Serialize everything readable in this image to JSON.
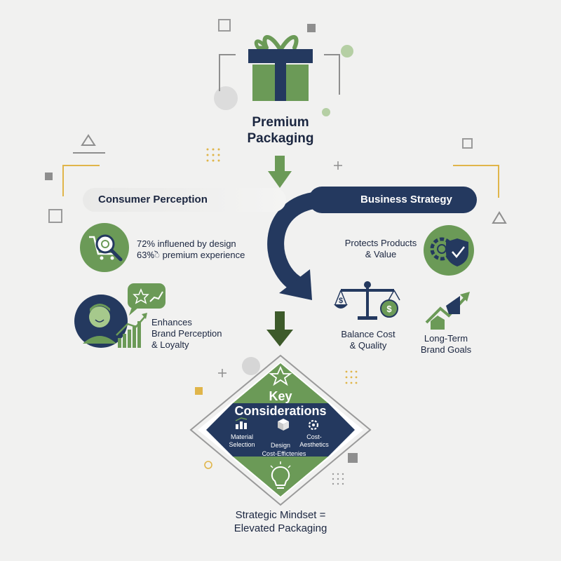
{
  "header": {
    "title_line1": "Premium",
    "title_line2": "Packaging"
  },
  "consumer": {
    "title": "Consumer Perception",
    "stat1": "72% influened by design",
    "stat2": "63%ॆ premium experience",
    "enhances_line1": "Enhances",
    "enhances_line2": "Brand Perception",
    "enhances_line3": "& Loyalty"
  },
  "business": {
    "title": "Business Strategy",
    "protects_line1": "Protects Products",
    "protects_line2": "& Value",
    "balance_line1": "Balance Cost",
    "balance_line2": "& Quality",
    "goals_line1": "Long-Term",
    "goals_line2": "Brand Goals"
  },
  "key": {
    "title_line1": "Key",
    "title_line2": "Considerations",
    "material_line1": "Material",
    "material_line2": "Selection",
    "design": "Design",
    "cost_efficiencies": "Cost-Effictenies",
    "cost_line1": "Cost-",
    "cost_line2": "Aesthetics"
  },
  "footer": {
    "line1": "Strategic Mindset =",
    "line2": "Elevated Packaging"
  },
  "colors": {
    "navy": "#24395f",
    "green": "#6b9a57",
    "dark_green": "#3d5a2a",
    "gold": "#e0b54a",
    "gray": "#8e8e8e"
  },
  "icons": [
    "gift-icon",
    "magnifier-cart-icon",
    "person-growth-icon",
    "gear-shield-icon",
    "scale-dollar-icon",
    "growth-chart-icon",
    "star-icon",
    "lightbulb-icon"
  ]
}
